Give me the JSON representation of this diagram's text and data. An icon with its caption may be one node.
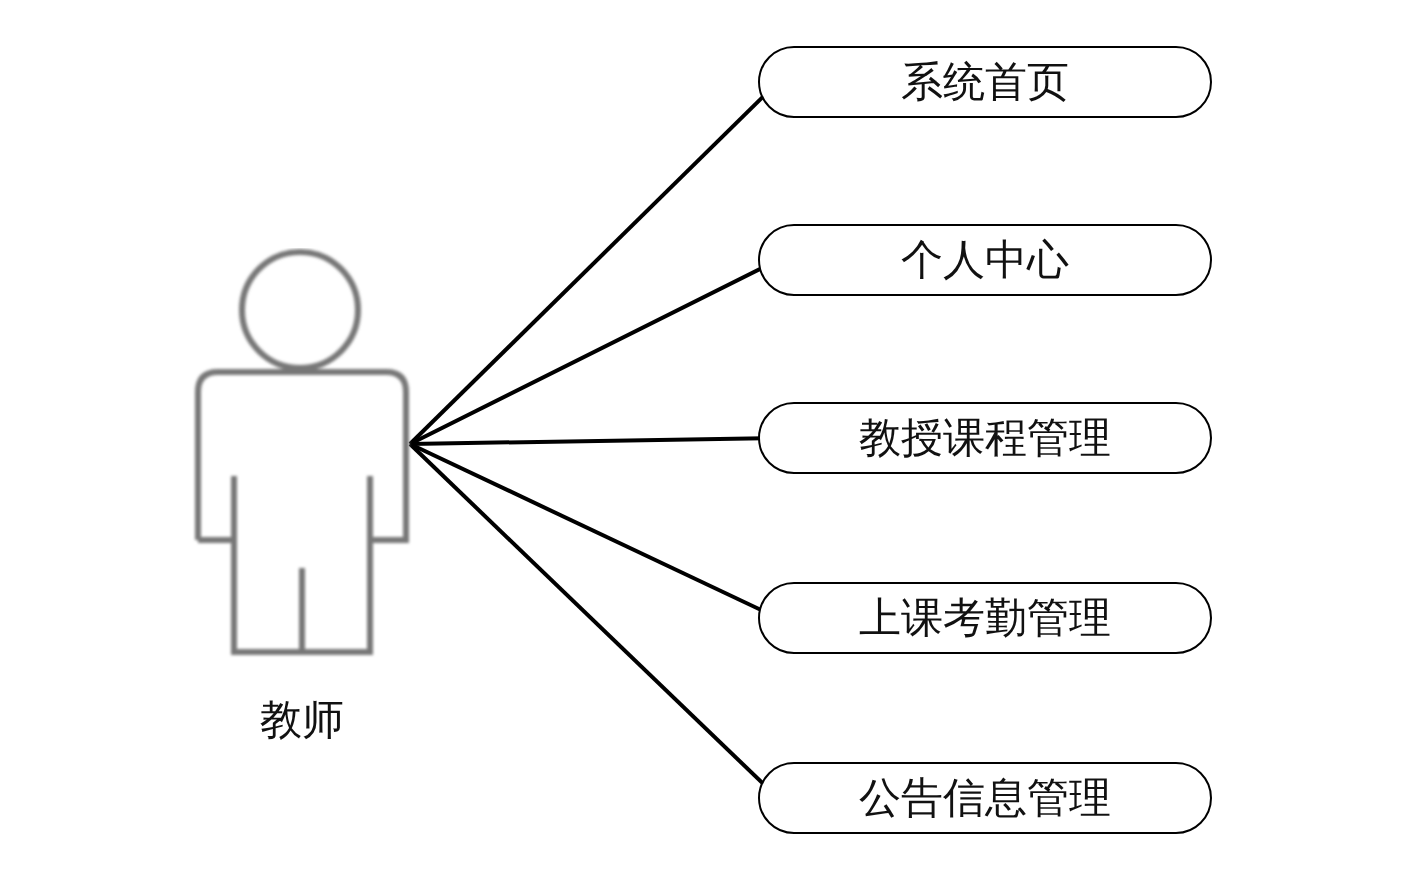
{
  "diagram": {
    "nodes": [
      {
        "text": [
          "教师"
        ]
      },
      {
        "text": [
          "系统首页"
        ]
      },
      {
        "text": [
          "个人中心"
        ]
      },
      {
        "text": [
          "教授课程管理"
        ]
      },
      {
        "text": [
          "上课考勤管理"
        ]
      },
      {
        "text": [
          "公告信息管理"
        ]
      }
    ],
    "edges": [
      {
        "from": 0,
        "to": 1,
        "arrow": "none"
      },
      {
        "from": 0,
        "to": 2,
        "arrow": "none"
      },
      {
        "from": 0,
        "to": 3,
        "arrow": "none"
      },
      {
        "from": 0,
        "to": 4,
        "arrow": "none"
      },
      {
        "from": 0,
        "to": 5,
        "arrow": "none"
      }
    ]
  }
}
